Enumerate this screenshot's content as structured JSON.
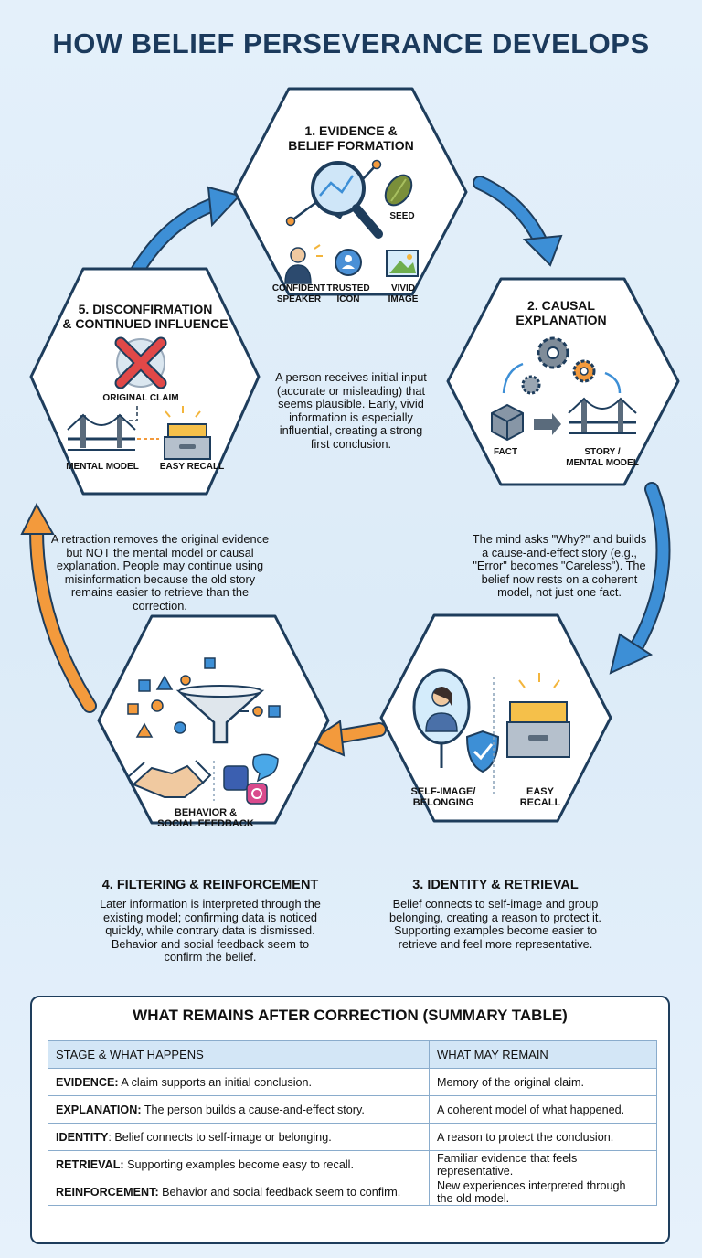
{
  "title": "HOW BELIEF PERSEVERANCE DEVELOPS",
  "stages": [
    {
      "title": "1. EVIDENCE &\nBELIEF FORMATION",
      "labels": [
        "SEED",
        "CONFIDENT\nSPEAKER",
        "TRUSTED\nICON",
        "VIVID\nIMAGE"
      ],
      "description": "A person receives initial input\n(accurate or misleading) that\nseems plausible. Early, vivid\ninformation is especially\ninfluential, creating a strong\nfirst conclusion."
    },
    {
      "title": "2. CAUSAL\nEXPLANATION",
      "labels": [
        "FACT",
        "STORY /\nMENTAL MODEL"
      ],
      "description": "The mind asks \"Why?\" and builds\na cause-and-effect story (e.g.,\n\"Error\" becomes \"Careless\"). The\nbelief now rests on a coherent\nmodel, not just one fact."
    },
    {
      "title": "3. IDENTITY & RETRIEVAL",
      "labels": [
        "SELF-IMAGE/\nBELONGING",
        "EASY\nRECALL"
      ],
      "description": "Belief connects to self-image and group\nbelonging, creating a reason to protect it.\nSupporting examples become easier to\nretrieve and feel more representative."
    },
    {
      "title": "4. FILTERING & REINFORCEMENT",
      "labels": [
        "BEHAVIOR &\nSOCIAL FEEDBACK"
      ],
      "description": "Later information is interpreted through the\nexisting model; confirming data is noticed\nquickly, while contrary data is dismissed.\nBehavior and social feedback seem to\nconfirm the belief."
    },
    {
      "title": "5. DISCONFIRMATION\n& CONTINUED INFLUENCE",
      "labels": [
        "ORIGINAL CLAIM",
        "MENTAL MODEL",
        "EASY RECALL"
      ],
      "description": "A retraction removes the original evidence\nbut NOT the mental model or causal\nexplanation. People may continue using\nmisinformation because the old story\nremains easier to retrieve than the\ncorrection."
    }
  ],
  "summary": {
    "title": "WHAT REMAINS AFTER CORRECTION (SUMMARY TABLE)",
    "headers": [
      "STAGE & WHAT HAPPENS",
      "WHAT MAY REMAIN"
    ],
    "rows": [
      {
        "term": "EVIDENCE:",
        "happens": "A claim supports an initial conclusion.",
        "remains": "Memory of the original claim."
      },
      {
        "term": "EXPLANATION:",
        "happens": "The person builds a cause-and-effect story.",
        "remains": "A coherent model of what happened."
      },
      {
        "term": "IDENTITY",
        "happens": ": Belief connects to self-image or belonging.",
        "remains": "A reason to protect the conclusion."
      },
      {
        "term": "RETRIEVAL:",
        "happens": "Supporting examples become easy to recall.",
        "remains": "Familiar evidence that feels representative."
      },
      {
        "term": "REINFORCEMENT:",
        "happens": "Behavior and social feedback seem to confirm.",
        "remains": "New experiences interpreted through\nthe old model."
      }
    ]
  },
  "colors": {
    "title": "#1b3a5c",
    "hex_border": "#1e3d5c",
    "arrow_blue": "#3d8fd6",
    "arrow_orange": "#f39a3c",
    "table_header": "#d3e6f6"
  },
  "icons": {
    "stage1": [
      "magnifier-chart-icon",
      "seed-icon",
      "speaker-icon",
      "trusted-badge-icon",
      "image-icon"
    ],
    "stage2": [
      "gears-icon",
      "cube-icon",
      "bridge-icon"
    ],
    "stage3": [
      "mirror-person-icon",
      "shield-check-icon",
      "drawer-icon"
    ],
    "stage4": [
      "funnel-icon",
      "handshake-icon",
      "social-icon"
    ],
    "stage5": [
      "red-x-icon",
      "bridge-icon",
      "drawer-icon"
    ]
  }
}
